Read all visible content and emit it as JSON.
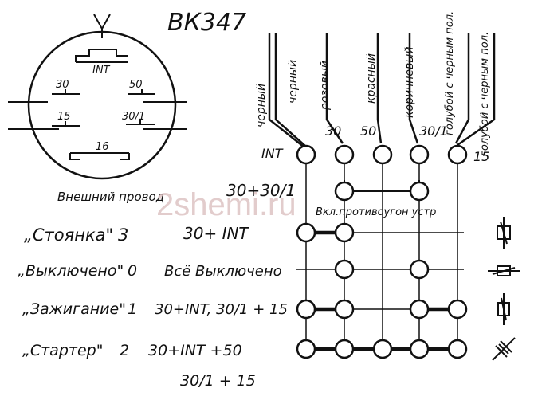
{
  "title": "ВК347",
  "connector": {
    "terminals": [
      "INT",
      "30",
      "50",
      "15",
      "30/1",
      "16"
    ],
    "caption": "Внешний провод"
  },
  "wires": [
    {
      "color": "черный"
    },
    {
      "color": "черный"
    },
    {
      "color": "розовый"
    },
    {
      "color": "красный"
    },
    {
      "color": "коричневый"
    },
    {
      "color": "голубой с черным пол."
    },
    {
      "color": "голубой с черным пол."
    }
  ],
  "column_labels": [
    "INT",
    "30",
    "50",
    "30/1",
    "15"
  ],
  "bridge": {
    "label": "30+30/1",
    "note": "Вкл.противоугон устр"
  },
  "positions": [
    {
      "name": "„Стоянка\"",
      "number": "3",
      "circuit": "30+ INT"
    },
    {
      "name": "„Выключено\"",
      "number": "0",
      "circuit": "Всё Выключено"
    },
    {
      "name": "„Зажигание\"",
      "number": "1",
      "circuit": "30+INT, 30/1 + 15"
    },
    {
      "name": "„Стартер\"",
      "number": "2",
      "circuit": "30+INT +50",
      "circuit2": "30/1 + 15"
    }
  ],
  "watermark": "2shemi.ru"
}
